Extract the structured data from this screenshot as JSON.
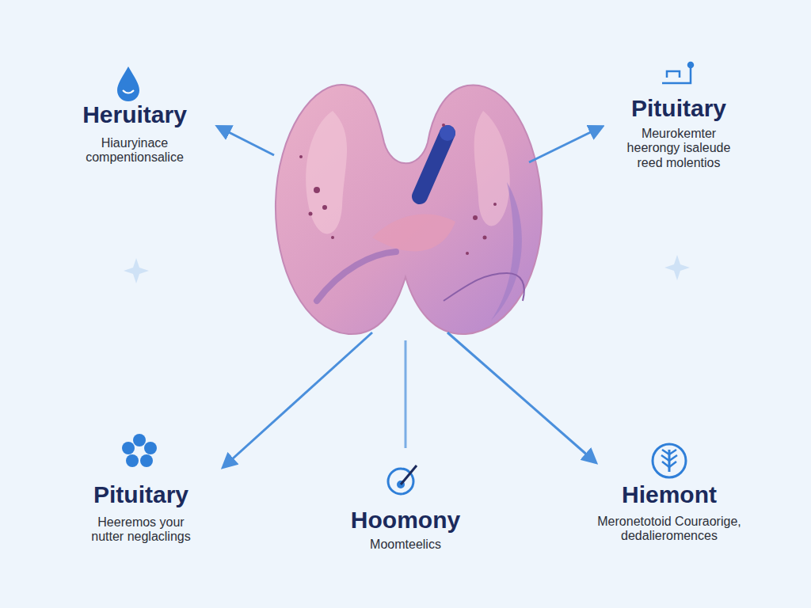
{
  "diagram": {
    "labels": [
      "Heruitary",
      "Hiauryinace compentionsalice",
      "Pituitary",
      "Meurokemter heerongy isaleude reed molentios",
      "Pituitary",
      "Heeremos your nutter neglaclings",
      "Hoomony",
      "Moomteelics",
      "Hiemont",
      "Meronetotoid Couraorige, dedalieromences"
    ]
  }
}
